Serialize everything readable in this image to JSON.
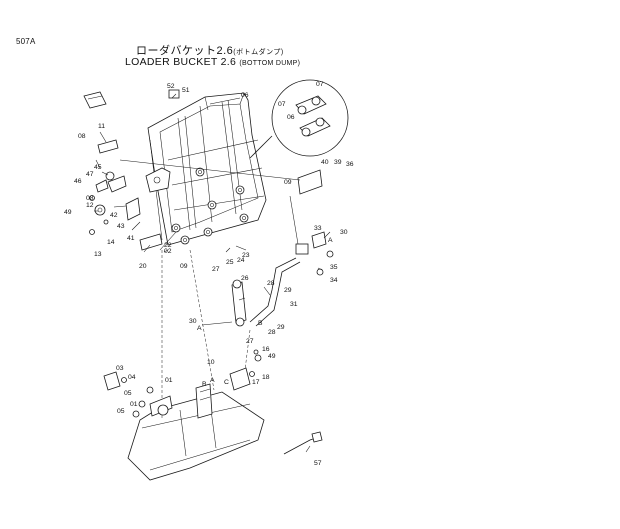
{
  "page_code": "507A",
  "title_jp": "ローダバケット2.6",
  "title_jp_sub": "(ボトムダンプ)",
  "title_en": "LOADER  BUCKET 2.6",
  "title_en_sub": "(BOTTOM DUMP)",
  "callouts": [
    "52",
    "51",
    "06",
    "07",
    "07",
    "06",
    "11",
    "08",
    "40",
    "39",
    "36",
    "45",
    "47",
    "46",
    "09",
    "08",
    "12",
    "42",
    "49",
    "43",
    "14",
    "41",
    "13",
    "20",
    "22",
    "02",
    "09",
    "23",
    "24",
    "25",
    "27",
    "26",
    "33",
    "30",
    "A",
    "35",
    "34",
    "28",
    "29",
    "31",
    "30",
    "A",
    "B",
    "28",
    "29",
    "27",
    "16",
    "49",
    "10",
    "A",
    "B",
    "C",
    "17",
    "18",
    "03",
    "04",
    "01",
    "05",
    "01",
    "05",
    "57"
  ]
}
